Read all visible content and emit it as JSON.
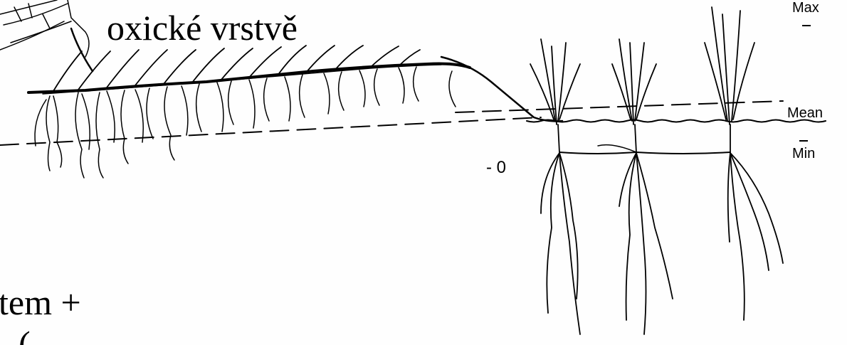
{
  "labels": {
    "title_text": "oxické vrstvě",
    "bottom_text": "tem +",
    "bottom_text_2": "( ,",
    "max": "Max",
    "mean": "Mean",
    "min": "Min",
    "zero": "- 0"
  }
}
